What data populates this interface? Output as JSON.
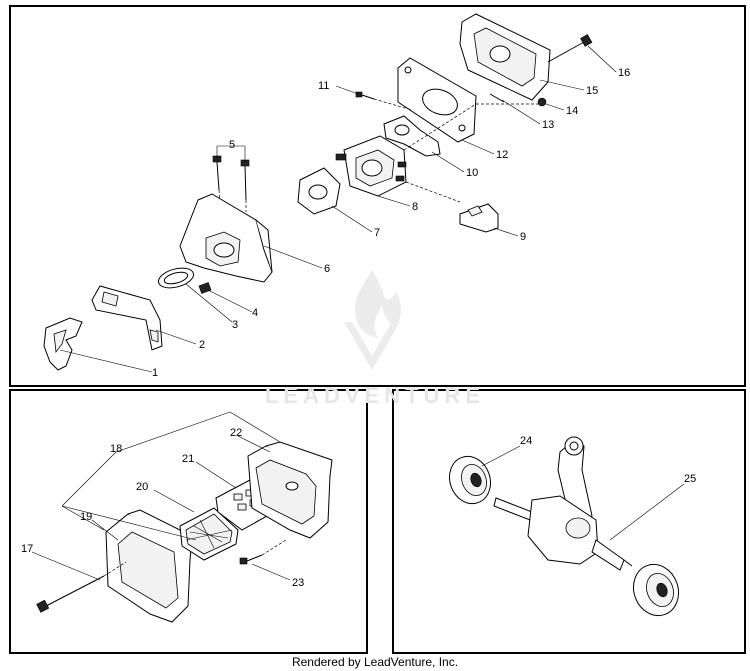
{
  "watermark": {
    "text": "LEADVENTURE"
  },
  "footer": {
    "text": "Rendered by LeadVenture, Inc."
  },
  "parts": {
    "p1": "1",
    "p2": "2",
    "p3": "3",
    "p4": "4",
    "p5": "5",
    "p6": "6",
    "p7": "7",
    "p8": "8",
    "p9": "9",
    "p10": "10",
    "p11": "11",
    "p12": "12",
    "p13": "13",
    "p14": "14",
    "p15": "15",
    "p16": "16",
    "p17": "17",
    "p18": "18",
    "p19": "19",
    "p20": "20",
    "p21": "21",
    "p22": "22",
    "p23": "23",
    "p24": "24",
    "p25": "25"
  }
}
